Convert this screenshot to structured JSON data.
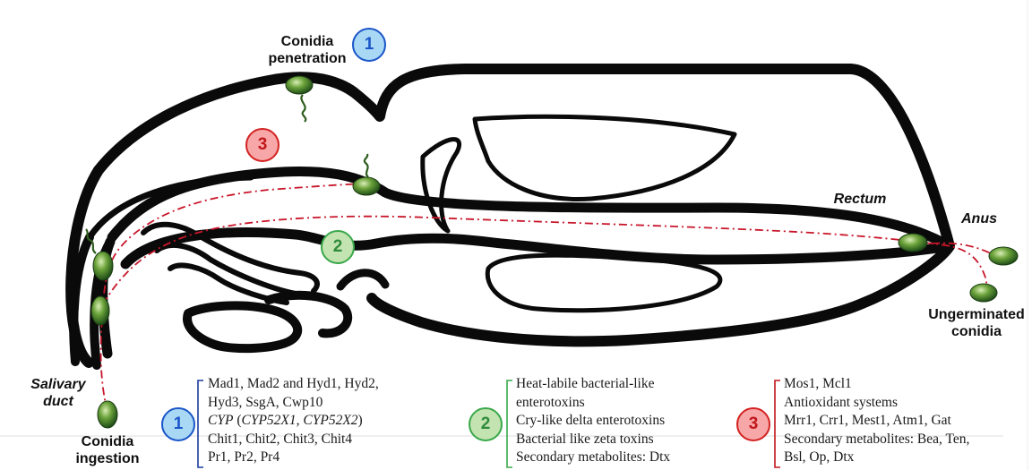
{
  "labels": {
    "conidia_penetration": [
      "Conidia",
      "penetration"
    ],
    "rectum": "Rectum",
    "anus": "Anus",
    "ungerminated": [
      "Ungerminated",
      "conidia"
    ],
    "salivary": [
      "Salivary",
      "duct"
    ],
    "ingestion": [
      "Conidia",
      "ingestion"
    ]
  },
  "markers": {
    "m1": "1",
    "m2": "2",
    "m3": "3"
  },
  "legend1": {
    "number": "1",
    "lines": [
      {
        "parts": [
          {
            "t": "Mad1, Mad2 and Hyd1, Hyd2,",
            "i": false
          }
        ]
      },
      {
        "parts": [
          {
            "t": "Hyd3, SsgA, Cwp10",
            "i": false
          }
        ]
      },
      {
        "parts": [
          {
            "t": "CYP",
            "i": true
          },
          {
            "t": " (",
            "i": false
          },
          {
            "t": "CYP52X1",
            "i": true
          },
          {
            "t": ", ",
            "i": false
          },
          {
            "t": "CYP52X2",
            "i": true
          },
          {
            "t": ")",
            "i": false
          }
        ]
      },
      {
        "parts": [
          {
            "t": "Chit1, Chit2, Chit3, Chit4",
            "i": false
          }
        ]
      },
      {
        "parts": [
          {
            "t": "Pr1, Pr2, Pr4",
            "i": false
          }
        ]
      }
    ]
  },
  "legend2": {
    "number": "2",
    "lines": [
      {
        "parts": [
          {
            "t": "Heat-labile bacterial-like",
            "i": false
          }
        ]
      },
      {
        "parts": [
          {
            "t": "enterotoxins",
            "i": false
          }
        ]
      },
      {
        "parts": [
          {
            "t": "Cry-like delta enterotoxins",
            "i": false
          }
        ]
      },
      {
        "parts": [
          {
            "t": "Bacterial like zeta toxins",
            "i": false
          }
        ]
      },
      {
        "parts": [
          {
            "t": "Secondary metabolites: Dtx",
            "i": false
          }
        ]
      }
    ]
  },
  "legend3": {
    "number": "3",
    "lines": [
      {
        "parts": [
          {
            "t": "Mos1, Mcl1",
            "i": false
          }
        ]
      },
      {
        "parts": [
          {
            "t": "Antioxidant systems",
            "i": false
          }
        ]
      },
      {
        "parts": [
          {
            "t": "Mrr1, Crr1, Mest1, Atm1, Gat",
            "i": false
          }
        ]
      },
      {
        "parts": [
          {
            "t": "Secondary metabolites: Bea, Ten,",
            "i": false
          }
        ]
      },
      {
        "parts": [
          {
            "t": "Bsl, Op, Dtx",
            "i": false
          }
        ]
      }
    ]
  },
  "colors": {
    "blue_fill": "#a9d8f5",
    "blue_stroke": "#1a56c8",
    "blue_text": "#1a56c8",
    "green_fill": "#c3e3b1",
    "green_stroke": "#3aa84a",
    "green_text": "#2f8c3c",
    "red_fill": "#f7a7a7",
    "red_stroke": "#d42222",
    "red_text": "#c0161b",
    "path": "#c8162a",
    "body": "#0a0a0a",
    "conidia": "#3f7a2a"
  }
}
